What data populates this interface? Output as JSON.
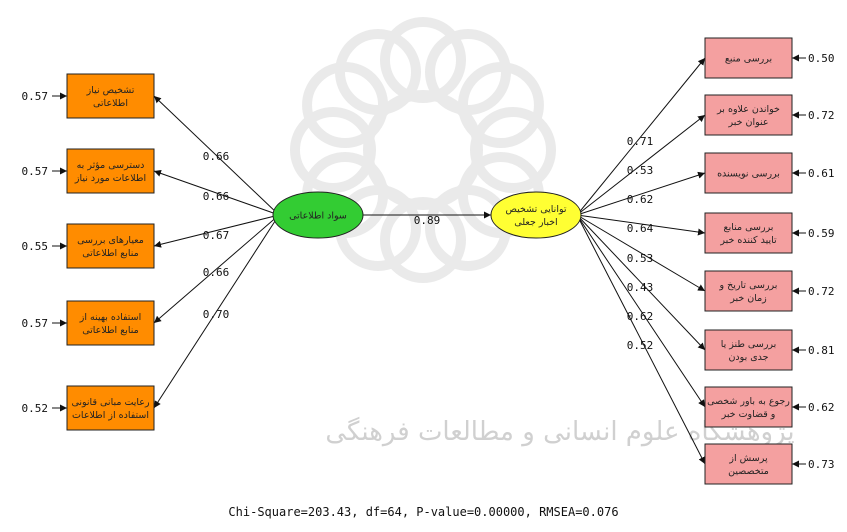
{
  "model": {
    "fit_statistics": "Chi-Square=203.43, df=64, P-value=0.00000, RMSEA=0.076",
    "structural_path": {
      "from": "سواد اطلاعاتی",
      "to": "توانایی تشخیص اخبار جعلی",
      "coefficient": "0.89"
    },
    "colors": {
      "left_box_fill": "#ff8c00",
      "right_box_fill": "#f4a0a0",
      "left_latent_fill": "#33cc33",
      "right_latent_fill": "#ffff33",
      "watermark": "#d9d9d9"
    },
    "latent_left": {
      "label_lines": [
        "سواد اطلاعاتی"
      ]
    },
    "latent_right": {
      "label_lines": [
        "توانایی تشخیص",
        "اخبار جعلی"
      ]
    },
    "left_indicators": [
      {
        "label_lines": [
          "تشخیص نیاز",
          "اطلاعاتی"
        ],
        "loading": "0.66",
        "error": "0.57"
      },
      {
        "label_lines": [
          "دسترسی مؤثر به",
          "اطلاعات مورد نیاز"
        ],
        "loading": "0.66",
        "error": "0.57"
      },
      {
        "label_lines": [
          "معیارهای بررسی",
          "منابع اطلاعاتی"
        ],
        "loading": "0.67",
        "error": "0.55"
      },
      {
        "label_lines": [
          "استفاده بهینه از",
          "منابع اطلاعاتی"
        ],
        "loading": "0.66",
        "error": "0.57"
      },
      {
        "label_lines": [
          "رعایت مبانی قانونی",
          "استفاده از اطلاعات"
        ],
        "loading": "0.70",
        "error": "0.52"
      }
    ],
    "right_indicators": [
      {
        "label_lines": [
          "بررسی منبع"
        ],
        "loading": "0.71",
        "error": "0.50"
      },
      {
        "label_lines": [
          "خواندن علاوه بر",
          "عنوان خبر"
        ],
        "loading": "0.53",
        "error": "0.72"
      },
      {
        "label_lines": [
          "بررسی نویسنده"
        ],
        "loading": "0.62",
        "error": "0.61"
      },
      {
        "label_lines": [
          "بررسی منابع",
          "تایید کننده خبر"
        ],
        "loading": "0.64",
        "error": "0.59"
      },
      {
        "label_lines": [
          "بررسی تاریخ و",
          "زمان خبر"
        ],
        "loading": "0.53",
        "error": "0.72"
      },
      {
        "label_lines": [
          "بررسی طنز یا",
          "جدی بودن"
        ],
        "loading": "0.43",
        "error": "0.81"
      },
      {
        "label_lines": [
          "رجوع به باور شخصی",
          "و قضاوت خبر"
        ],
        "loading": "0.62",
        "error": "0.62"
      },
      {
        "label_lines": [
          "پرسش از",
          "متخصصین"
        ],
        "loading": "0.52",
        "error": "0.73"
      }
    ],
    "watermark_text": "پژوهشگاه علوم انسانی و مطالعات فرهنگی"
  }
}
